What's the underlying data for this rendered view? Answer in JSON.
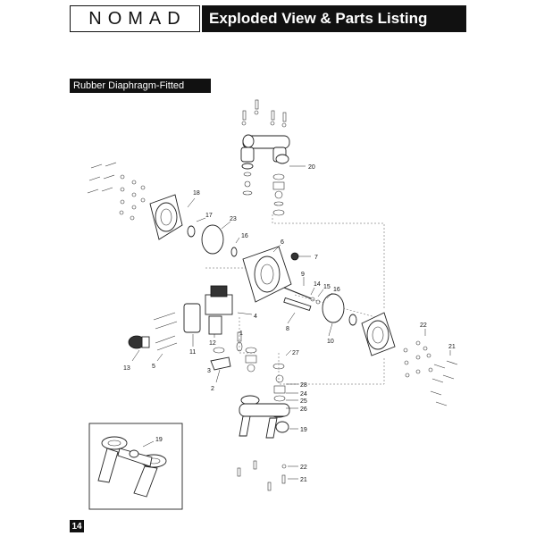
{
  "header": {
    "brand": "NOMAD",
    "title": "Exploded View & Parts Listing"
  },
  "section": {
    "subtitle": "Rubber Diaphragm-Fitted"
  },
  "callouts": [
    "20",
    "18",
    "17",
    "23",
    "16",
    "6",
    "7",
    "9",
    "14",
    "15",
    "16",
    "1",
    "4",
    "8",
    "10",
    "12",
    "11",
    "3",
    "2",
    "13",
    "5",
    "27",
    "28",
    "24",
    "25",
    "26",
    "19",
    "22",
    "21",
    "19",
    "22",
    "21"
  ],
  "footer": {
    "page_number": "14"
  }
}
